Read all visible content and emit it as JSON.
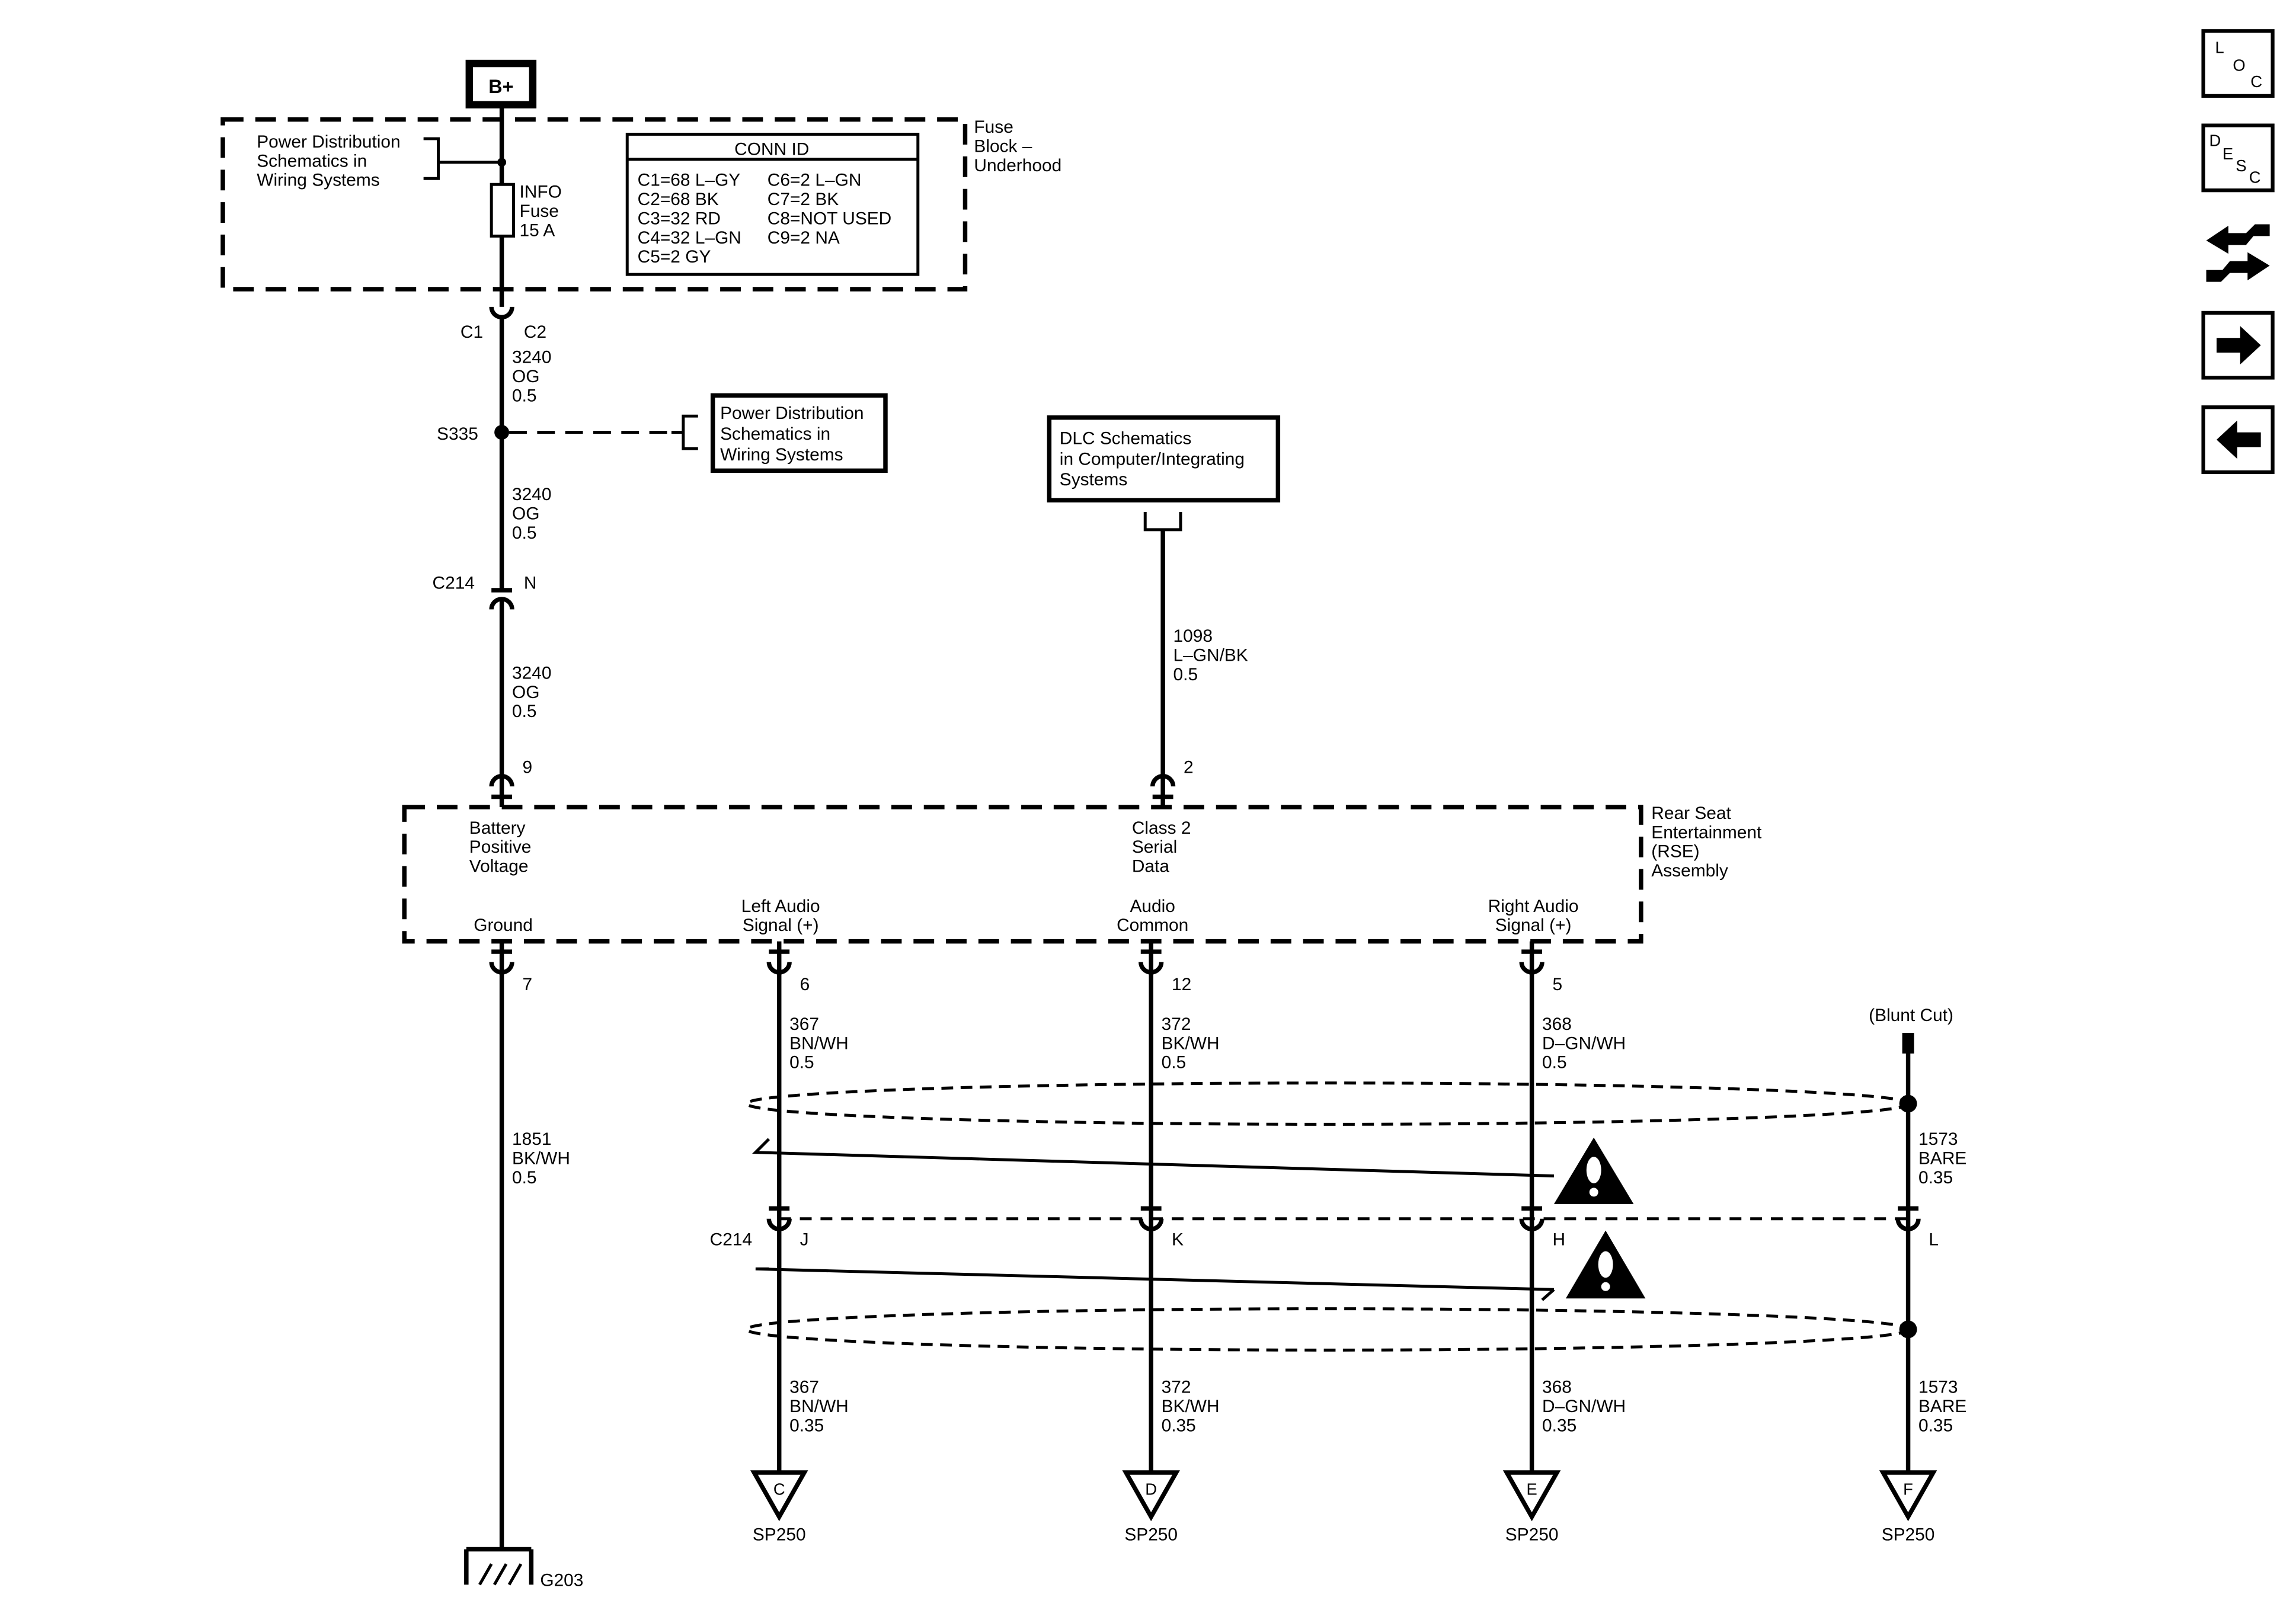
{
  "battery": {
    "label": "B+"
  },
  "fuse_block": {
    "name": [
      "Fuse",
      "Block –",
      "Underhood"
    ],
    "ref": [
      "Power Distribution",
      "Schematics in",
      "Wiring Systems"
    ],
    "fuse": [
      "INFO",
      "Fuse",
      "15 A"
    ],
    "conn_id": {
      "title": "CONN ID",
      "col1": [
        "C1=68 L–GY",
        "C2=68 BK",
        "C3=32 RD",
        "C4=32 L–GN",
        "C5=2 GY"
      ],
      "col2": [
        "C6=2 L–GN",
        "C7=2 BK",
        "C8=NOT USED",
        "C9=2 NA"
      ]
    },
    "conn_left": "C1",
    "conn_right": "C2"
  },
  "wires": {
    "w3240": [
      "3240",
      "OG",
      "0.5"
    ],
    "w1098": [
      "1098",
      "L–GN/BK",
      "0.5"
    ],
    "w1851": [
      "1851",
      "BK/WH",
      "0.5"
    ],
    "w367a": [
      "367",
      "BN/WH",
      "0.5"
    ],
    "w372a": [
      "372",
      "BK/WH",
      "0.5"
    ],
    "w368a": [
      "368",
      "D–GN/WH",
      "0.5"
    ],
    "w1573": [
      "1573",
      "BARE",
      "0.35"
    ],
    "w367b": [
      "367",
      "BN/WH",
      "0.35"
    ],
    "w372b": [
      "372",
      "BK/WH",
      "0.35"
    ],
    "w368b": [
      "368",
      "D–GN/WH",
      "0.35"
    ]
  },
  "splice": {
    "label": "S335"
  },
  "pd_ref2": [
    "Power Distribution",
    "Schematics in",
    "Wiring Systems"
  ],
  "dlc_ref": [
    "DLC Schematics",
    "in Computer/Integrating",
    "Systems"
  ],
  "c214": {
    "label": "C214",
    "pin_n": "N",
    "pin_j": "J",
    "pin_k": "K",
    "pin_h": "H",
    "pin_l": "L"
  },
  "rse": {
    "name": [
      "Rear Seat",
      "Entertainment",
      "(RSE)",
      "Assembly"
    ],
    "pin9": "9",
    "pin2": "2",
    "batt": [
      "Battery",
      "Positive",
      "Voltage"
    ],
    "class2": [
      "Class 2",
      "Serial",
      "Data"
    ],
    "ground": "Ground",
    "left_audio": [
      "Left Audio",
      "Signal (+)"
    ],
    "audio_common": [
      "Audio",
      "Common"
    ],
    "right_audio": [
      "Right Audio",
      "Signal (+)"
    ],
    "pin7": "7",
    "pin6": "6",
    "pin12": "12",
    "pin5": "5"
  },
  "blunt_cut": "(Blunt Cut)",
  "ground_label": "G203",
  "offpage": [
    {
      "letter": "C",
      "label": "SP250"
    },
    {
      "letter": "D",
      "label": "SP250"
    },
    {
      "letter": "E",
      "label": "SP250"
    },
    {
      "letter": "F",
      "label": "SP250"
    }
  ],
  "nav": {
    "loc": [
      "L",
      "O",
      "C"
    ],
    "desc": [
      "D",
      "E",
      "S",
      "C"
    ]
  },
  "icons": [
    "loc-icon",
    "desc-icon",
    "connector-toggle-icon",
    "next-arrow-icon",
    "prev-arrow-icon",
    "caution-icon"
  ]
}
